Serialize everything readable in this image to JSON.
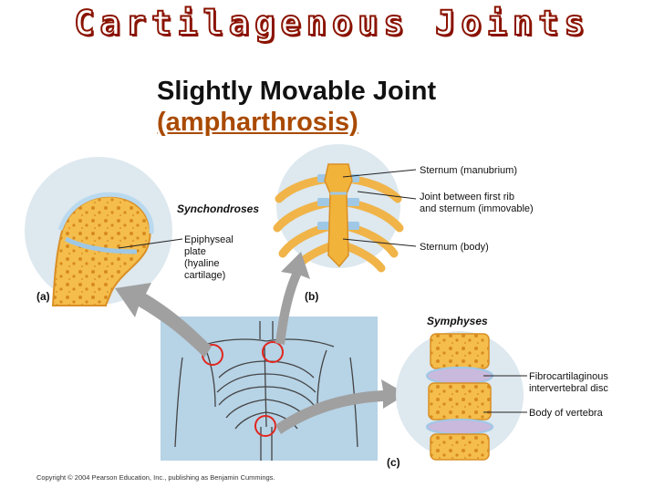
{
  "title": "Cartilagenous Joints",
  "subtitle": "Slightly Movable Joint",
  "subtitle_term": "(ampharthrosis)",
  "panels": {
    "a": {
      "tag": "(a)",
      "heading": "Synchondroses",
      "label_line1": "Epiphyseal",
      "label_line2": "plate",
      "label_line3": "(hyaline",
      "label_line4": "cartilage)"
    },
    "b": {
      "tag": "(b)",
      "label1": "Sternum (manubrium)",
      "label2_line1": "Joint between first rib",
      "label2_line2": "and sternum (immovable)",
      "label3": "Sternum (body)"
    },
    "c": {
      "tag": "(c)",
      "heading": "Symphyses",
      "label1_line1": "Fibrocartilaginous",
      "label1_line2": "intervertebral disc",
      "label2": "Body of vertebra"
    }
  },
  "copyright": "Copyright © 2004 Pearson Education, Inc., publishing as Benjamin Cummings.",
  "colors": {
    "title_outline": "#8a1200",
    "bone": "#f2b33a",
    "cartilage": "#9fc8e6",
    "disc": "#c9b9dc",
    "skeleton_bg": "#b7d3e6",
    "marker": "#e0261e",
    "arrow": "#a0a0a0"
  }
}
